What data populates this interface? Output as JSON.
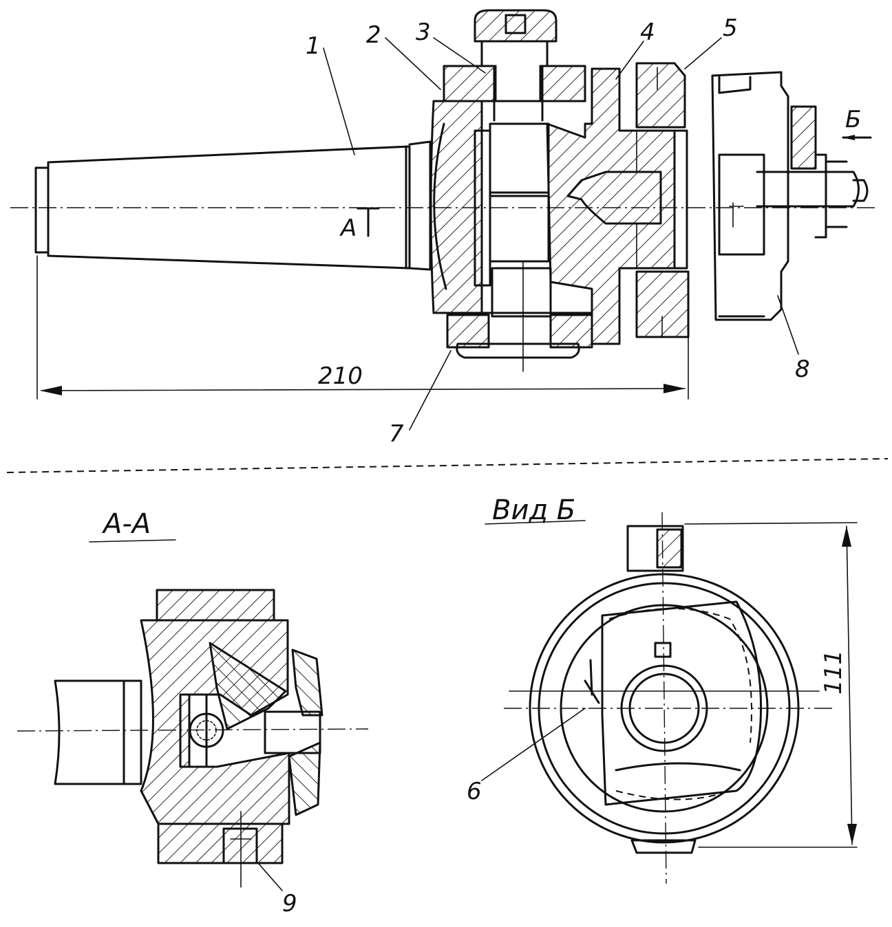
{
  "labels": {
    "p1": "1",
    "p2": "2",
    "p3": "3",
    "p4": "4",
    "p5": "5",
    "p6": "6",
    "p7": "7",
    "p8": "8",
    "p9": "9"
  },
  "dimensions": {
    "length": "210",
    "height": "111"
  },
  "section_marks": {
    "a": "А",
    "b": "Б"
  },
  "titles": {
    "section_aa": "А-А",
    "view_b": "Вид Б"
  }
}
